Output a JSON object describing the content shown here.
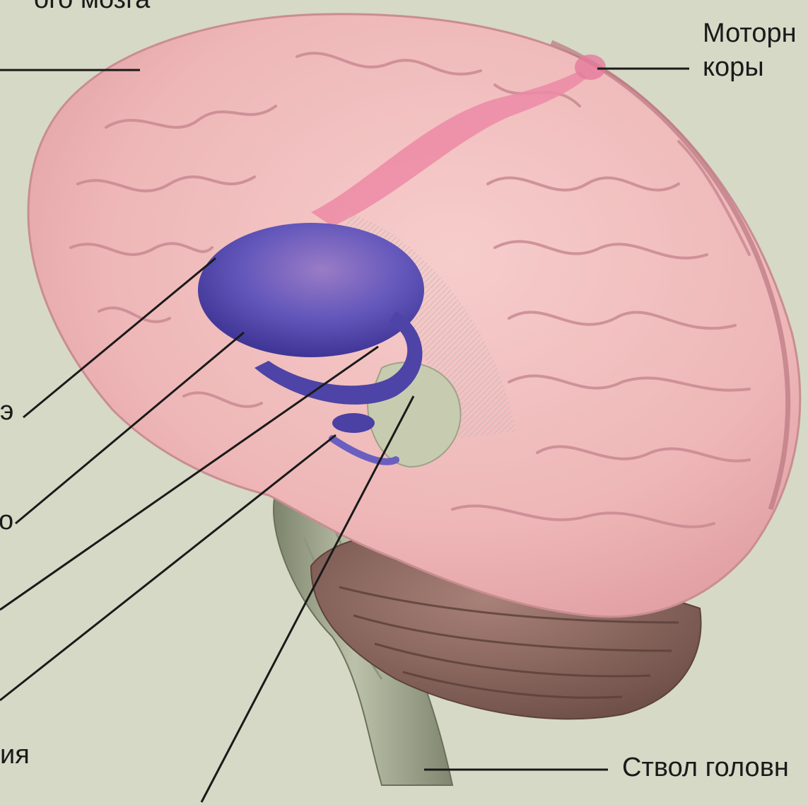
{
  "colors": {
    "background": "#d6d9c6",
    "cortex": "#f0bcbc",
    "cortex_shadow": "#d69c9e",
    "motor_strip": "#ec8aa6",
    "basal_ganglia": "#5a4fb0",
    "cerebellum": "#8c6a62",
    "brainstem": "#a7ae96",
    "leader_lines": "#1a1a1a"
  },
  "labels": {
    "top_left_fragment": "ого мозга",
    "motor_cortex_line1": "Моторн",
    "motor_cortex_line2": "коры",
    "left_fragment_1": "э",
    "left_fragment_2": "о",
    "left_fragment_3": "ия",
    "brainstem": "Ствол головн"
  }
}
